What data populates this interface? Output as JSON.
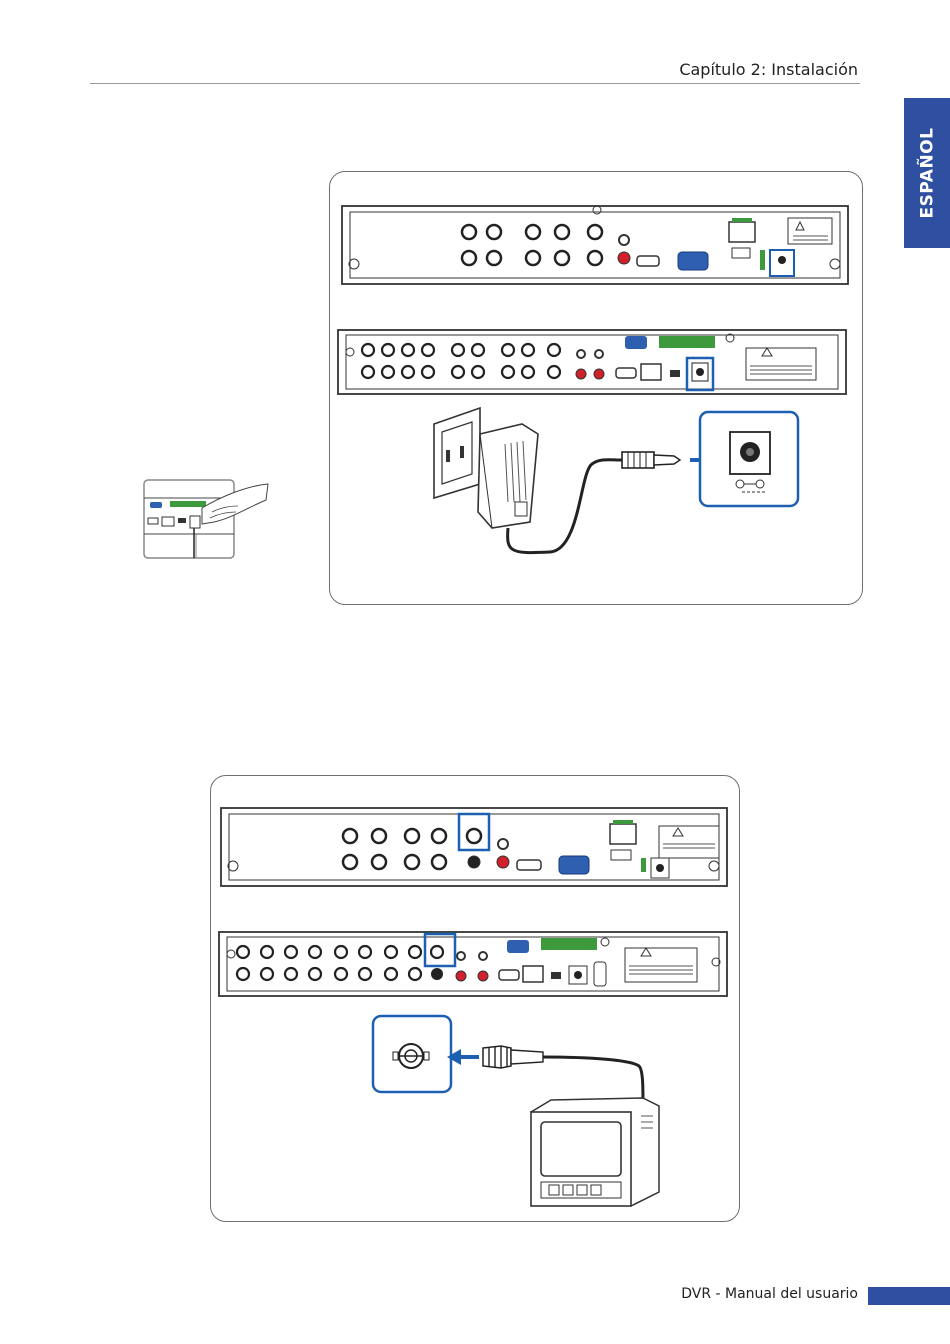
{
  "header": {
    "chapter": "Capítulo 2: Instalación"
  },
  "language_tab": {
    "label": "ESPAÑOL"
  },
  "footer": {
    "manual_title": "DVR - Manual del usuario"
  },
  "colors": {
    "accent": "#2f4fa0",
    "highlight": "#1d5fb0",
    "connector_red": "#d0202a",
    "terminal_green": "#3c9a3c"
  },
  "figures": [
    {
      "id": "power-connection",
      "components": [
        "dvr-rear-panel-8ch",
        "dvr-rear-panel-16ch",
        "wall-outlet",
        "power-adapter",
        "dc-power-jack-closeup"
      ]
    },
    {
      "id": "monitor-connection",
      "components": [
        "dvr-rear-panel-8ch",
        "dvr-rear-panel-16ch",
        "bnc-video-out-closeup",
        "bnc-cable",
        "crt-monitor"
      ]
    }
  ]
}
